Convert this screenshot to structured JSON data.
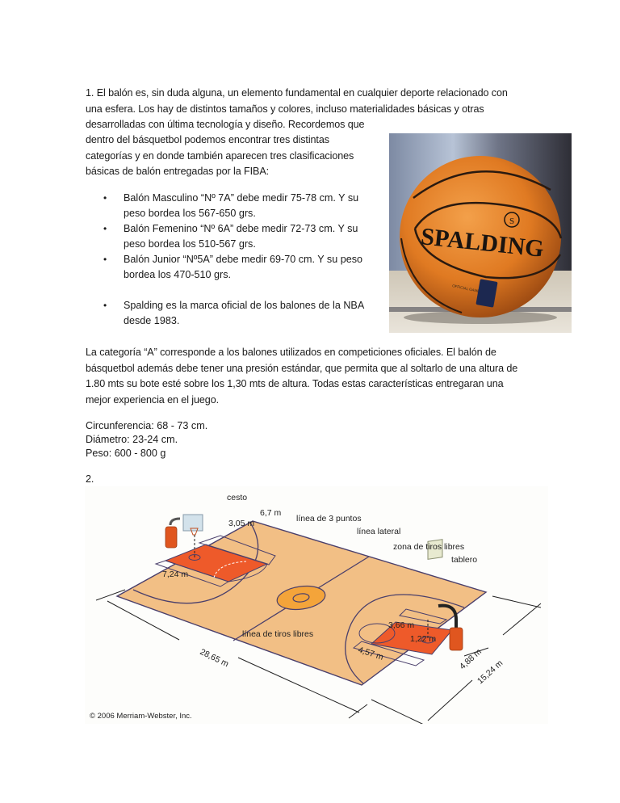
{
  "section1": {
    "intro_lines": [
      "1. El balón es, sin duda alguna, un elemento fundamental en cualquier deporte relacionado con",
      "una esfera. Los hay de distintos tamaños y colores, incluso materialidades básicas y otras",
      "desarrolladas con última tecnología  y diseño. Recordemos que",
      "dentro del básquetbol podemos encontrar tres distintas",
      "categorías y en donde también aparecen tres clasificaciones",
      "básicas de balón entregadas por la FIBA:"
    ],
    "bullets": [
      {
        "line1": "Balón Masculino  “Nº 7A” debe medir 75-78 cm.  Y su",
        "line2": "peso bordea los 567-650 grs."
      },
      {
        "line1": "Balón Femenino “Nº 6A” debe medir 72-73 cm. Y su",
        "line2": "peso bordea los 510-567 grs."
      },
      {
        "line1": "Balón Junior “Nº5A” debe medir 69-70 cm. Y su peso",
        "line2": "bordea los 470-510 grs."
      },
      {
        "line1": "Spalding es la marca oficial de los balones de la NBA",
        "line2": "desde 1983."
      }
    ],
    "bullet_glyph": "•",
    "ball_photo": {
      "brand_text": "SPALDING",
      "logo_text": "S",
      "small_text": "OFFICIAL GAME BALL"
    },
    "paragraph_lines": [
      "La categoría “A” corresponde a los balones utilizados en competiciones oficiales. El balón de",
      "básquetbol además debe tener una presión estándar, que permita que al soltarlo de una altura de",
      "1.80 mts su bote esté sobre los 1,30 mts de altura. Todas estas características entregaran una",
      "mejor experiencia en el juego."
    ],
    "specs": [
      "Circunferencia: 68 - 73 cm.",
      "Diámetro: 23-24 cm.",
      "Peso: 600 - 800 g"
    ]
  },
  "section2": {
    "number": "2.",
    "court_diagram": {
      "labels": {
        "cesto": "cesto",
        "d_6_7": "6,7 m",
        "d_3_05": "3,05 m",
        "linea_3": "línea de 3 puntos",
        "linea_lateral": "línea lateral",
        "zona": "zona de tiros libres",
        "tablero": "tablero",
        "d_7_24": "7,24 m",
        "d_3_66": "3,66 m",
        "d_1_22": "1,22 m",
        "tiros_libres": "línea de tiros libres",
        "d_4_57": "4,57 m",
        "d_4_88": "4,88 m",
        "d_28_65": "28,65 m",
        "d_15_24": "15,24 m"
      },
      "copyright": "© 2006 Merriam-Webster, Inc.",
      "colors": {
        "floor": "#f2bf85",
        "paint": "#ee5a2a",
        "center_circle": "#f4a43a",
        "lines": "#4a3f6b",
        "pole": "#e0561f"
      }
    }
  }
}
